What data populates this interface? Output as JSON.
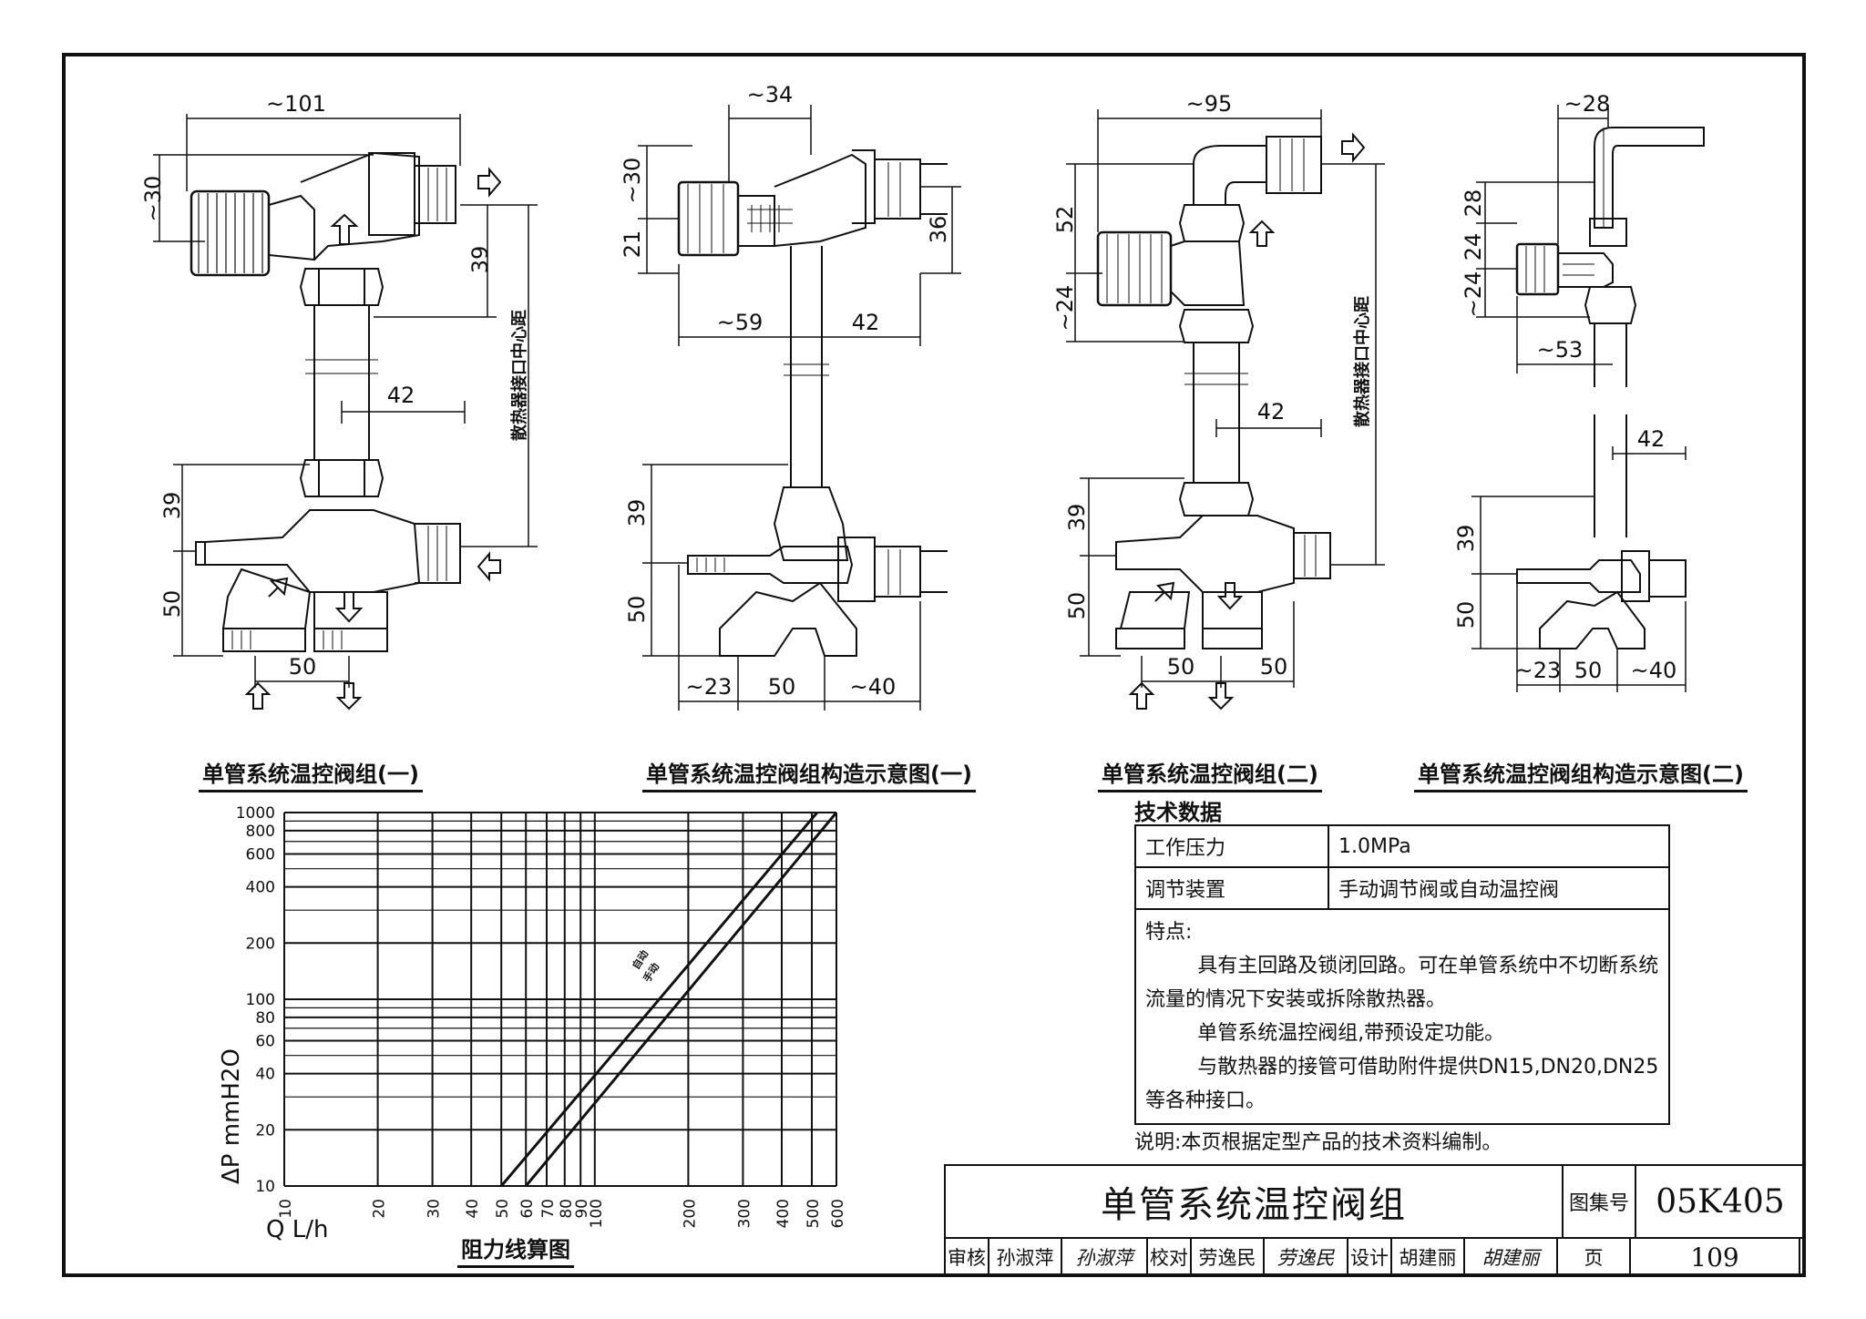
{
  "figures": {
    "fig1": {
      "caption": "单管系统温控阀组(一)",
      "dims": {
        "top_width": "~101",
        "top_height": "~30",
        "right_39": "39",
        "mid_42": "42",
        "left_39": "39",
        "left_50": "50",
        "bottom_50": "50",
        "vertical_label": "散热器接口中心距"
      }
    },
    "fig2": {
      "caption": "单管系统温控阀组构造示意图(一)",
      "dims": {
        "top": "~34",
        "left_30": "~30",
        "left_21": "21",
        "right_36": "36",
        "w59": "~59",
        "w42": "42",
        "left_39": "39",
        "left_50": "50",
        "b23": "~23",
        "b50": "50",
        "b40": "~40"
      }
    },
    "fig3": {
      "caption": "单管系统温控阀组(二)",
      "dims": {
        "top_width": "~95",
        "left_52": "52",
        "left_24": "~24",
        "mid_42": "42",
        "left_39": "39",
        "left_50": "50",
        "b50a": "50",
        "b50b": "50",
        "vertical_label": "散热器接口中心距"
      }
    },
    "fig4": {
      "caption": "单管系统温控阀组构造示意图(二)",
      "dims": {
        "top": "~28",
        "l28": "28",
        "l24": "24",
        "l24b": "~24",
        "w53": "~53",
        "w42": "42",
        "l39": "39",
        "l50": "50",
        "b23": "~23",
        "b50": "50",
        "b40": "~40"
      }
    }
  },
  "chart_data": {
    "type": "line",
    "caption": "阻力线算图",
    "ylabel": "ΔP mmH2O",
    "xlabel": "Q L/h",
    "yscale": "log",
    "xscale": "log",
    "ylim": [
      10,
      1000
    ],
    "xlim": [
      10,
      600
    ],
    "yticks": [
      "10",
      "20",
      "40",
      "60",
      "80",
      "100",
      "200",
      "400",
      "600",
      "800",
      "1000"
    ],
    "xticks": [
      "10",
      "20",
      "30",
      "40",
      "50",
      "60",
      "70",
      "80",
      "90",
      "100",
      "200",
      "300",
      "400",
      "500",
      "600"
    ],
    "series": [
      {
        "x": [
          50,
          520
        ],
        "y": [
          10,
          1000
        ]
      },
      {
        "x": [
          60,
          600
        ],
        "y": [
          10,
          1000
        ]
      }
    ],
    "line_labels": [
      "自动",
      "手动"
    ]
  },
  "tech": {
    "title": "技术数据",
    "rows": [
      {
        "key": "工作压力",
        "value": "1.0MPa"
      },
      {
        "key": "调节装置",
        "value": "手动调节阀或自动温控阀"
      }
    ],
    "feature_title": "特点:",
    "feature_p1": "具有主回路及锁闭回路。可在单管系统中不切断系统流量的情况下安装或拆除散热器。",
    "feature_p2": "单管系统温控阀组,带预设定功能。",
    "feature_p3": "与散热器的接管可借助附件提供DN15,DN20,DN25等各种接口。"
  },
  "note": "说明:本页根据定型产品的技术资料编制。",
  "titleblock": {
    "title": "单管系统温控阀组",
    "atlas_label": "图集号",
    "atlas_no": "05K405",
    "review_label": "审核",
    "reviewer": "孙淑萍",
    "reviewer_sig": "孙淑萍",
    "check_label": "校对",
    "checker": "劳逸民",
    "checker_sig": "劳逸民",
    "design_label": "设计",
    "designer": "胡建丽",
    "designer_sig": "胡建丽",
    "page_label": "页",
    "page_no": "109"
  }
}
